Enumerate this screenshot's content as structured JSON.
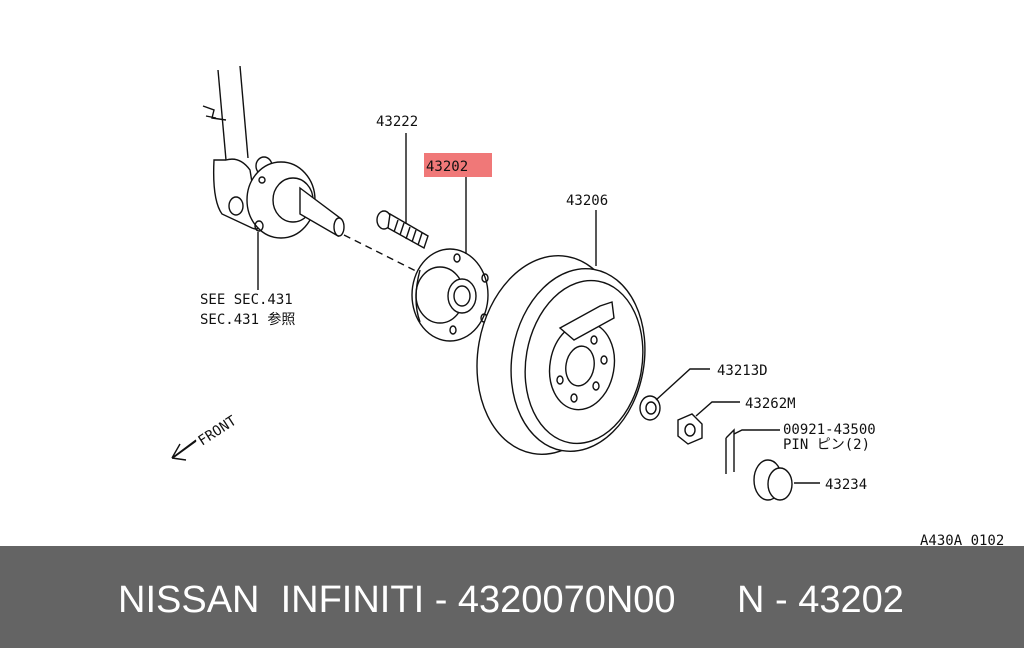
{
  "diagram": {
    "labels": {
      "p43222": "43222",
      "p43202": "43202",
      "p43206": "43206",
      "p43213D": "43213D",
      "p43262M": "43262M",
      "pin_number": "00921-43500",
      "pin_name": "PIN ピン(2)",
      "p43234": "43234",
      "see_sec_1": "SEE SEC.431",
      "see_sec_2": "SEC.431 参照",
      "front": "FRONT",
      "code": "A430A 0102"
    },
    "highlight_color": "#f07878"
  },
  "footer": {
    "part_text": "NISSAN  INFINITI - 4320070N00",
    "ref_text": "N - 43202"
  }
}
